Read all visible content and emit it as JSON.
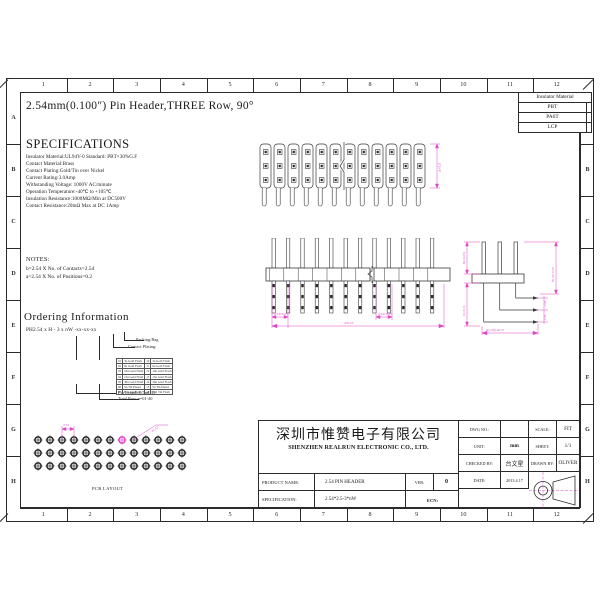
{
  "sheet": {
    "zones_top": [
      "1",
      "2",
      "3",
      "4",
      "5",
      "6",
      "7",
      "8",
      "9",
      "10",
      "11",
      "12"
    ],
    "zones_bottom": [
      "1",
      "2",
      "3",
      "4",
      "5",
      "6",
      "7",
      "8",
      "9",
      "10",
      "11",
      "12"
    ],
    "rows_left": [
      "A",
      "B",
      "C",
      "D",
      "E",
      "F",
      "G",
      "H"
    ],
    "rows_right": [
      "A",
      "B",
      "C",
      "D",
      "E",
      "F",
      "G",
      "H"
    ]
  },
  "doc": {
    "title": "2.54mm(0.100″) Pin Header,THREE Row, 90°"
  },
  "specifications": {
    "heading": "SPECIFICATIONS",
    "lines": [
      "Insulator Material:UL94V-0 Standard: PBT×30%G.F",
      "Contact Material:Brass",
      "Contact Plating:Gold/Tin over Nickel",
      "Current Rating:3.0Amp",
      "Withstanding Voltage: 1000V AC/minute",
      "Operation Temperature:-40℃ to +105℃",
      "Insulation Resistance:1000MΩ/Min at DC500V",
      "Contact Resistance:20mΩ Max at DC 1Amp"
    ]
  },
  "notes": {
    "heading": "NOTES:",
    "lines": [
      "b=2.54 X No. of Contacts=2.54",
      "a=2.54 X No. of Positions=0.2"
    ]
  },
  "ordering": {
    "heading": "Ordering Information",
    "part_number": "PH2.54 x H - 3 x nW -xx-xx-xx",
    "callouts": [
      "Packing:Bag",
      "Contact Plating:",
      "Pin Length:L/5mL/B",
      "Total Row:n=01-40"
    ],
    "plating_table": [
      [
        "01",
        "3u Gold Flash",
        "10",
        "3u Gold Flash"
      ],
      [
        "02",
        "6u Gold Flash",
        "11",
        "6u Gold Flash"
      ],
      [
        "03",
        "10u Gold Flash",
        "12",
        "10u Gold Flash"
      ],
      [
        "04",
        "15u Gold Flash",
        "13",
        "15u Gold Flash"
      ],
      [
        "05",
        "30u Gold Flash",
        "14",
        "30u Gold Flash"
      ],
      [
        "06",
        "Sn Tin Plated",
        "15",
        "Sn Tin Plated"
      ],
      [
        "07",
        "Full Tin Flash",
        "16",
        "Full Tin Flash"
      ]
    ]
  },
  "insulator_material": {
    "header": "Insulator Material",
    "rows": [
      "PBT",
      "PA6T",
      "LCP"
    ]
  },
  "drawings": {
    "top_view": {
      "columns": 12,
      "rows": 3,
      "dimension_right": "A=3.5"
    },
    "front_view": {
      "columns": 12,
      "dim_left": "2.54±0.05",
      "dim_right": "2.54±0.05",
      "dim_bottom": "a±0.10"
    },
    "side_view": {
      "dim_left_top": "B(±0.05)",
      "dim_left_bottom": "C(±0.1)",
      "dim_right": "H(.0)±0.20",
      "dim_bottom": "4(1.00)-ø0.57",
      "steps": [
        "2.54",
        "2.54"
      ]
    },
    "pcb_layout": {
      "caption": "PCB LAYOUT",
      "columns": 13,
      "rows": 3,
      "dim_pitch": "2.54",
      "dim_hole": "ø1.02"
    }
  },
  "title_block": {
    "company_cn": "深圳市惟赞电子有限公司",
    "company_en": "SHENZHEN REALRUN ELECTRONIC CO., LTD.",
    "product_name_label": "PRODUCT NAME:",
    "product_name_value": "2.54 PIN HEADER",
    "specification_label": "SPECIFICATION:",
    "specification_value": "2.54*2.5-3*nW",
    "ver_label": "VER:",
    "ver_value": "0",
    "ecn_label": "ECN:",
    "dwg_no_label": "DWG NO.:",
    "unit_label": "UNIT:",
    "unit_value": "mm",
    "checked_label": "CHECKED BY:",
    "checked_value": "台文星",
    "date_label": "DATE:",
    "date_value": "2013.4.17",
    "scale_label": "SCALE:",
    "scale_value": "FIT",
    "sheet_label": "SHEET:",
    "sheet_value": "1/1",
    "drawn_label": "DRAWN BY:",
    "drawn_value": "OLIVER"
  }
}
